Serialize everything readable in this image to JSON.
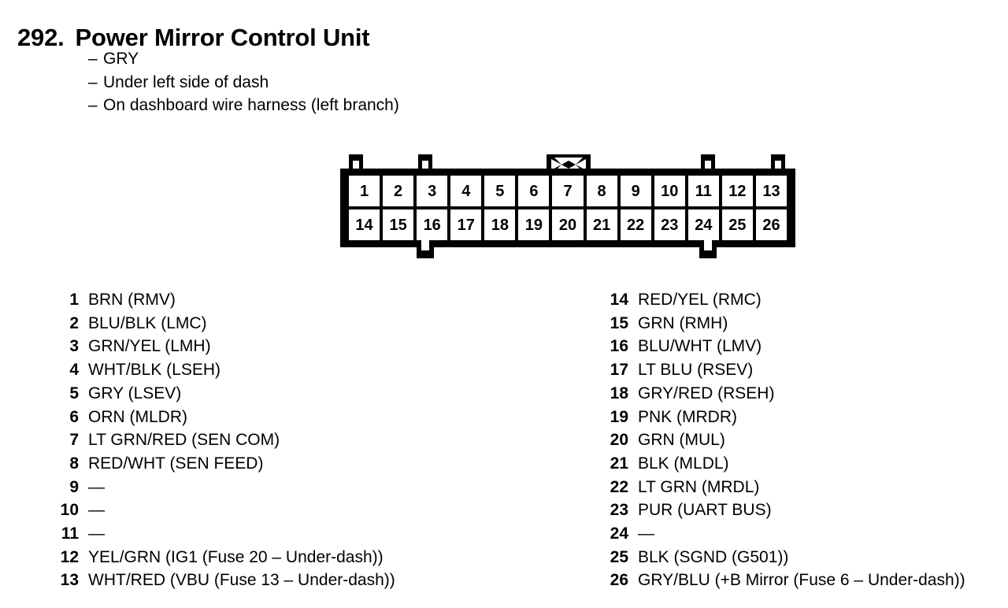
{
  "header": {
    "number": "292.",
    "title": "Power Mirror Control Unit",
    "notes": [
      "GRY",
      "Under left side of dash",
      "On dashboard wire harness (left branch)"
    ],
    "dash": "–"
  },
  "connector": {
    "name": "26-pin connector",
    "row_top": [
      "1",
      "2",
      "3",
      "4",
      "5",
      "6",
      "7",
      "8",
      "9",
      "10",
      "11",
      "12",
      "13"
    ],
    "row_bottom": [
      "14",
      "15",
      "16",
      "17",
      "18",
      "19",
      "20",
      "21",
      "22",
      "23",
      "24",
      "25",
      "26"
    ],
    "body_color": "#000000",
    "cavity_color": "#ffffff"
  },
  "pins_left": [
    {
      "no": "1",
      "label": "BRN (RMV)"
    },
    {
      "no": "2",
      "label": "BLU/BLK (LMC)"
    },
    {
      "no": "3",
      "label": "GRN/YEL (LMH)"
    },
    {
      "no": "4",
      "label": "WHT/BLK (LSEH)"
    },
    {
      "no": "5",
      "label": "GRY (LSEV)"
    },
    {
      "no": "6",
      "label": "ORN (MLDR)"
    },
    {
      "no": "7",
      "label": "LT GRN/RED (SEN COM)"
    },
    {
      "no": "8",
      "label": "RED/WHT (SEN FEED)"
    },
    {
      "no": "9",
      "label": "—"
    },
    {
      "no": "10",
      "label": "—"
    },
    {
      "no": "11",
      "label": "—"
    },
    {
      "no": "12",
      "label": "YEL/GRN (IG1 (Fuse 20 – Under-dash))"
    },
    {
      "no": "13",
      "label": "WHT/RED  (VBU (Fuse 13 – Under-dash))"
    }
  ],
  "pins_right": [
    {
      "no": "14",
      "label": "RED/YEL (RMC)"
    },
    {
      "no": "15",
      "label": "GRN (RMH)"
    },
    {
      "no": "16",
      "label": "BLU/WHT (LMV)"
    },
    {
      "no": "17",
      "label": "LT BLU (RSEV)"
    },
    {
      "no": "18",
      "label": "GRY/RED (RSEH)"
    },
    {
      "no": "19",
      "label": "PNK (MRDR)"
    },
    {
      "no": "20",
      "label": "GRN (MUL)"
    },
    {
      "no": "21",
      "label": "BLK (MLDL)"
    },
    {
      "no": "22",
      "label": "LT GRN (MRDL)"
    },
    {
      "no": "23",
      "label": "PUR (UART BUS)"
    },
    {
      "no": "24",
      "label": "—"
    },
    {
      "no": "25",
      "label": "BLK (SGND (G501))"
    },
    {
      "no": "26",
      "label": "GRY/BLU  (+B Mirror (Fuse 6 – Under-dash))"
    }
  ]
}
